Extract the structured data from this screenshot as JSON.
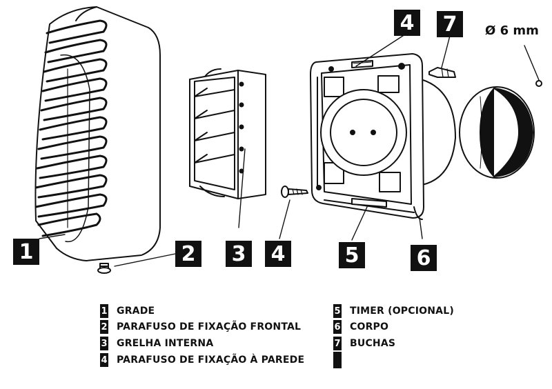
{
  "callouts": [
    {
      "number": "1"
    },
    {
      "number": "2"
    },
    {
      "number": "3"
    },
    {
      "number": "4"
    },
    {
      "number": "5"
    },
    {
      "number": "6"
    },
    {
      "number": "4"
    },
    {
      "number": "7"
    }
  ],
  "dimension_label": "Ø 6 mm",
  "legend": [
    {
      "number": "1",
      "text": "GRADE"
    },
    {
      "number": "2",
      "text": "PARAFUSO DE FIXAÇÃO FRONTAL"
    },
    {
      "number": "3",
      "text": "GRELHA INTERNA"
    },
    {
      "number": "4",
      "text": "PARAFUSO DE FIXAÇÃO À PAREDE"
    },
    {
      "number": "5",
      "text": "TIMER (OPCIONAL)"
    },
    {
      "number": "6",
      "text": "CORPO"
    },
    {
      "number": "7",
      "text": "BUCHAS"
    }
  ]
}
